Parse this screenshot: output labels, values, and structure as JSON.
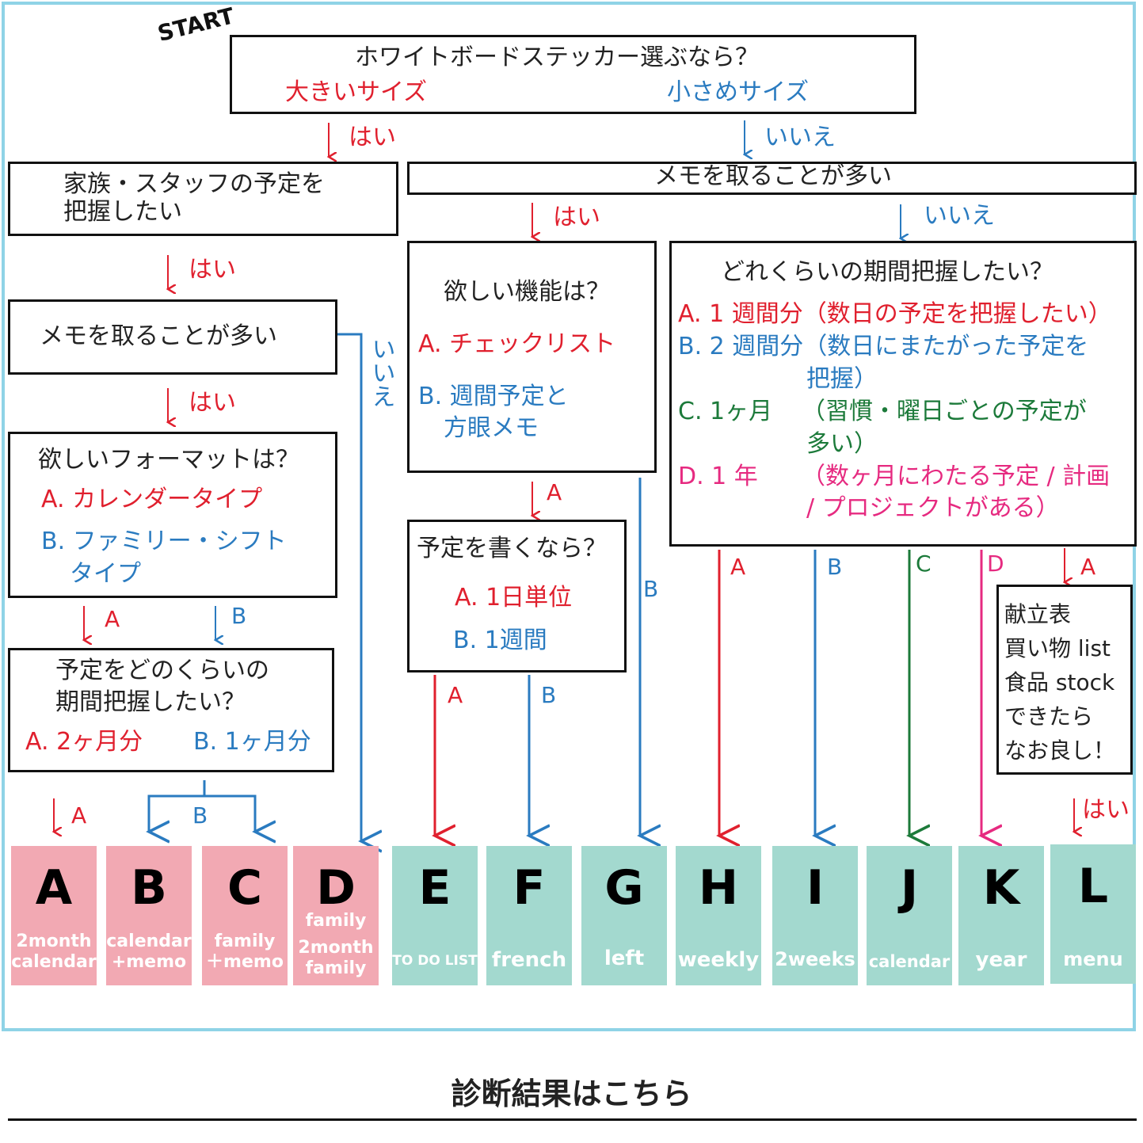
{
  "start": "START",
  "q1": {
    "text": "ホワイトボードステッカー選ぶなら？",
    "opt_a": "大きいサイズ",
    "opt_b": "小さめサイズ"
  },
  "yes": "はい",
  "no": "いいえ",
  "q_family": "家族・スタッフの予定を\n把握したい",
  "q_memo_right": "メモを取ることが多い",
  "q_memo_left": "メモを取ることが多い",
  "q_format": {
    "text": "欲しいフォーマットは？",
    "a": "A. カレンダータイプ",
    "b1": "B. ファミリー・シフト",
    "b2": "タイプ"
  },
  "q_period_left": {
    "line1": "予定をどのくらいの",
    "line2": "期間把握したい？",
    "a": "A. 2ヶ月分",
    "b": "B. 1ヶ月分"
  },
  "q_feature": {
    "text": "欲しい機能は？",
    "a": "A. チェックリスト",
    "b1": "B. 週間予定と",
    "b2": "方眼メモ"
  },
  "q_write": {
    "text": "予定を書くなら？",
    "a": "A. 1日単位",
    "b": "B. 1週間"
  },
  "q_period_right": {
    "text": "どれくらいの期間把握したい？",
    "a": "A. 1 週間分（数日の予定を把握したい）",
    "b1": "B. 2 週間分（数日にまたがった予定を",
    "b2": "把握）",
    "c1": "C. 1ヶ月",
    "c2": "（習慣・曜日ごとの予定が",
    "c3": "多い）",
    "d1": "D. 1 年",
    "d2": "（数ヶ月にわたる予定 / 計画",
    "d3": "/ プロジェクトがある）"
  },
  "menu_note": [
    "献立表",
    "買い物 list",
    "食品 stock",
    "できたら",
    "なお良し！"
  ],
  "labels": {
    "A": "A",
    "B": "B",
    "C": "C",
    "D": "D"
  },
  "tiles": [
    {
      "letter": "A",
      "sub": [
        "2month",
        "calendar"
      ]
    },
    {
      "letter": "B",
      "sub": [
        "calendar",
        "+memo"
      ]
    },
    {
      "letter": "C",
      "sub": [
        "family",
        "＋memo"
      ]
    },
    {
      "letter": "D",
      "sub": [
        "family",
        "2month",
        "family"
      ]
    },
    {
      "letter": "E",
      "sub": [
        "TO DO LIST"
      ]
    },
    {
      "letter": "F",
      "sub": [
        "french"
      ]
    },
    {
      "letter": "G",
      "sub": [
        "left"
      ]
    },
    {
      "letter": "H",
      "sub": [
        "weekly"
      ]
    },
    {
      "letter": "I",
      "sub": [
        "2weeks"
      ]
    },
    {
      "letter": "J",
      "sub": [
        "calendar"
      ]
    },
    {
      "letter": "K",
      "sub": [
        "year"
      ]
    },
    {
      "letter": "L",
      "sub": [
        "menu"
      ]
    }
  ],
  "footer": "診断結果はこちら",
  "colors": {
    "red": "#e0202e",
    "blue": "#2a7bc0",
    "green": "#1c7a3a",
    "pink": "#e62a80",
    "tile_pink": "#f2a9b3",
    "tile_teal": "#a3d9cf",
    "frame": "#8fd3e6"
  }
}
